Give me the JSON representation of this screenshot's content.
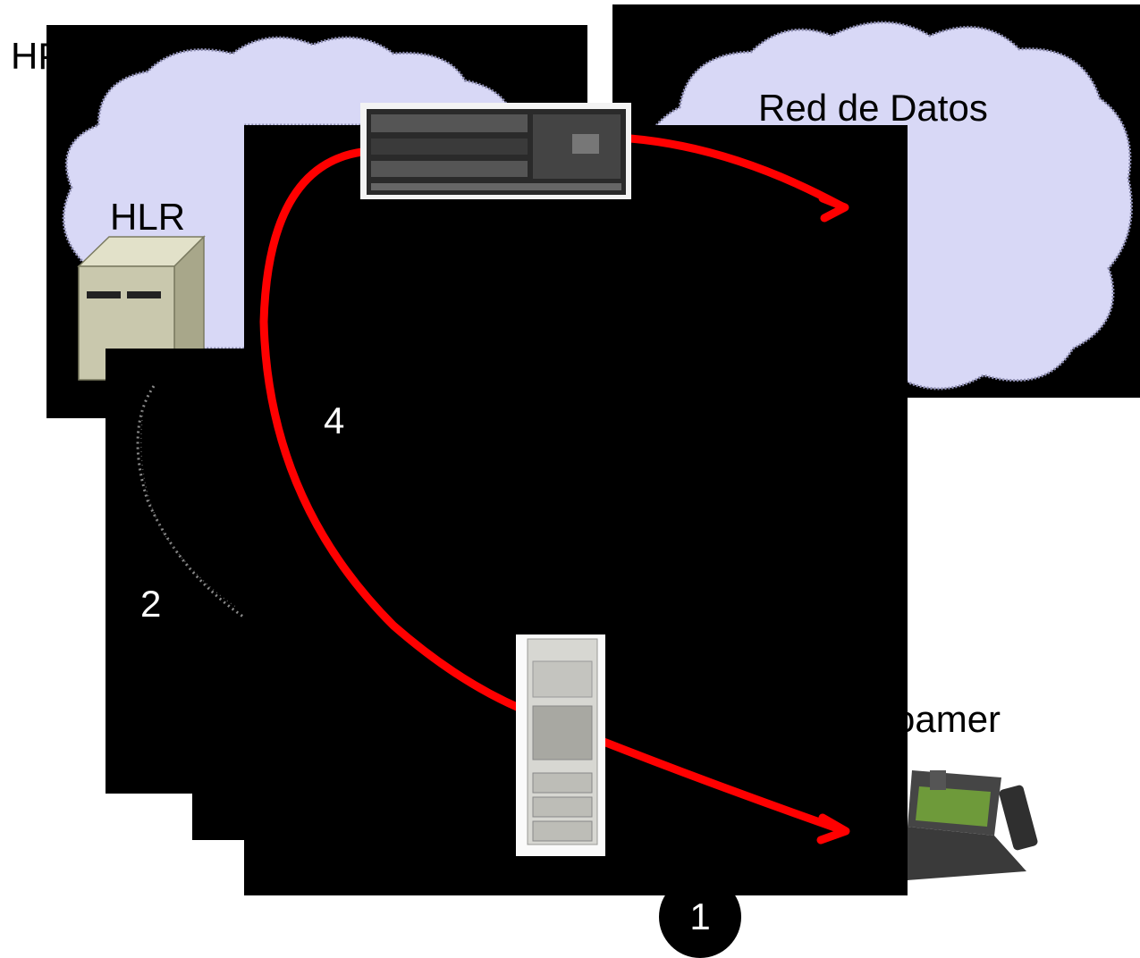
{
  "labels": {
    "hplmn_partial": "HP",
    "hlr": "HLR",
    "data_network": "Red de Datos",
    "step_4": "4",
    "step_2": "2",
    "roamer_partial": "oamer",
    "step_1": "1"
  },
  "colors": {
    "cloud_fill": "#d8d8f6",
    "cloud_stroke": "#8b8bb0",
    "panel": "#000000",
    "arrow": "#ff0000",
    "dotted_link": "#8a8a8a",
    "hlr_server": "#c9c8ad"
  },
  "icons": {
    "hlr": "server-tower-icon",
    "ggsn": "rack-server-icon",
    "bss": "equipment-cabinet-icon",
    "roamer": "laptop-with-phone-icon"
  }
}
